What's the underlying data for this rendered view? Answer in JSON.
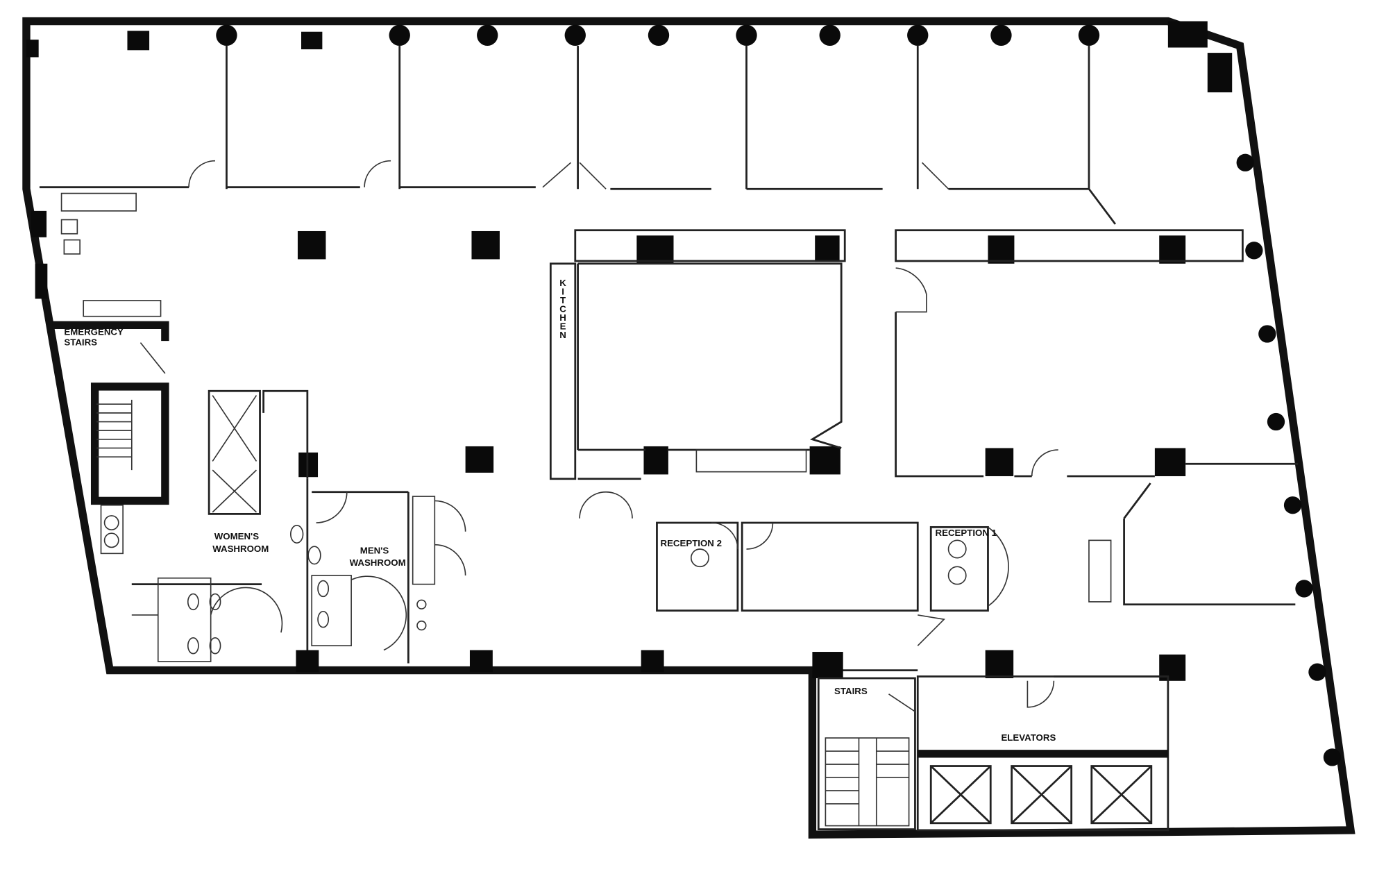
{
  "plan": {
    "labels": {
      "emergency_stairs_1": "EMERGENCY",
      "emergency_stairs_2": "STAIRS",
      "womens_1": "WOMEN'S",
      "womens_2": "WASHROOM",
      "mens_1": "MEN'S",
      "mens_2": "WASHROOM",
      "kitchen": "KITCHEN",
      "reception_2": "RECEPTION 2",
      "reception_1": "RECEPTION 1",
      "stairs": "STAIRS",
      "elevators": "ELEVATORS"
    },
    "colors": {
      "wall": "#111111",
      "background": "#ffffff"
    }
  }
}
